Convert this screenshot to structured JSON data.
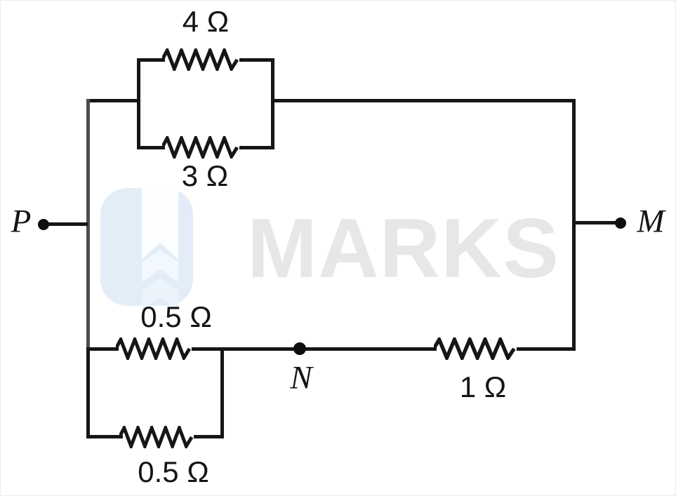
{
  "figure": {
    "type": "circuit-diagram",
    "description": "Resistor network between terminals P and M with intermediate node N",
    "terminals": [
      "P",
      "M"
    ],
    "nodes": [
      "N"
    ],
    "components": [
      {
        "id": "R1",
        "value": "4 Ω",
        "position": "top parallel pair, upper resistor"
      },
      {
        "id": "R2",
        "value": "3 Ω",
        "position": "top parallel pair, lower resistor"
      },
      {
        "id": "R3",
        "value": "0.5 Ω",
        "position": "bottom parallel pair, upper resistor"
      },
      {
        "id": "R4",
        "value": "0.5 Ω",
        "position": "bottom parallel pair, lower resistor"
      },
      {
        "id": "R5",
        "value": "1 Ω",
        "position": "between node N and right rail (M side)"
      }
    ],
    "topology": "P-M top branch: (4Ω parallel 3Ω); P-N bottom branch: (0.5Ω parallel 0.5Ω); N-M: 1Ω"
  },
  "labels": {
    "resistor_top_upper": "4 Ω",
    "resistor_top_lower": "3 Ω",
    "resistor_bottom_upper": "0.5 Ω",
    "resistor_bottom_lower": "0.5 Ω",
    "resistor_right": "1 Ω",
    "terminal_left": "P",
    "terminal_right": "M",
    "node_bottom": "N"
  },
  "watermark": {
    "text": "MARKS",
    "logo": "w-chevron-logo",
    "logo_color": "#e2edf8",
    "text_color": "#e7e7e7"
  },
  "colors": {
    "wire": "#161616",
    "background": "#ffffff"
  }
}
